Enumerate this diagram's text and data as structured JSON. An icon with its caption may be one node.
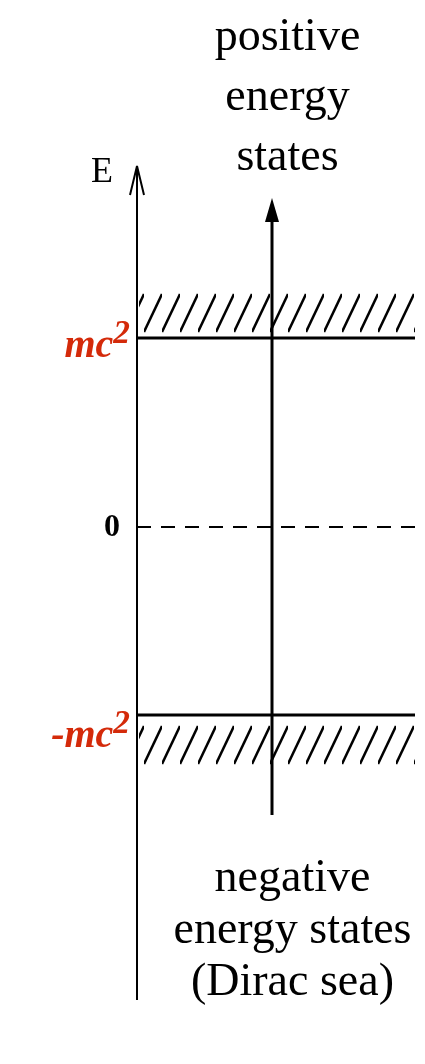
{
  "diagram": {
    "labels": [
      "positive energy states",
      "E",
      "mc$^{2}$",
      "0",
      "-mc$^{2}$",
      "negative energy states (Dirac sea)"
    ]
  }
}
